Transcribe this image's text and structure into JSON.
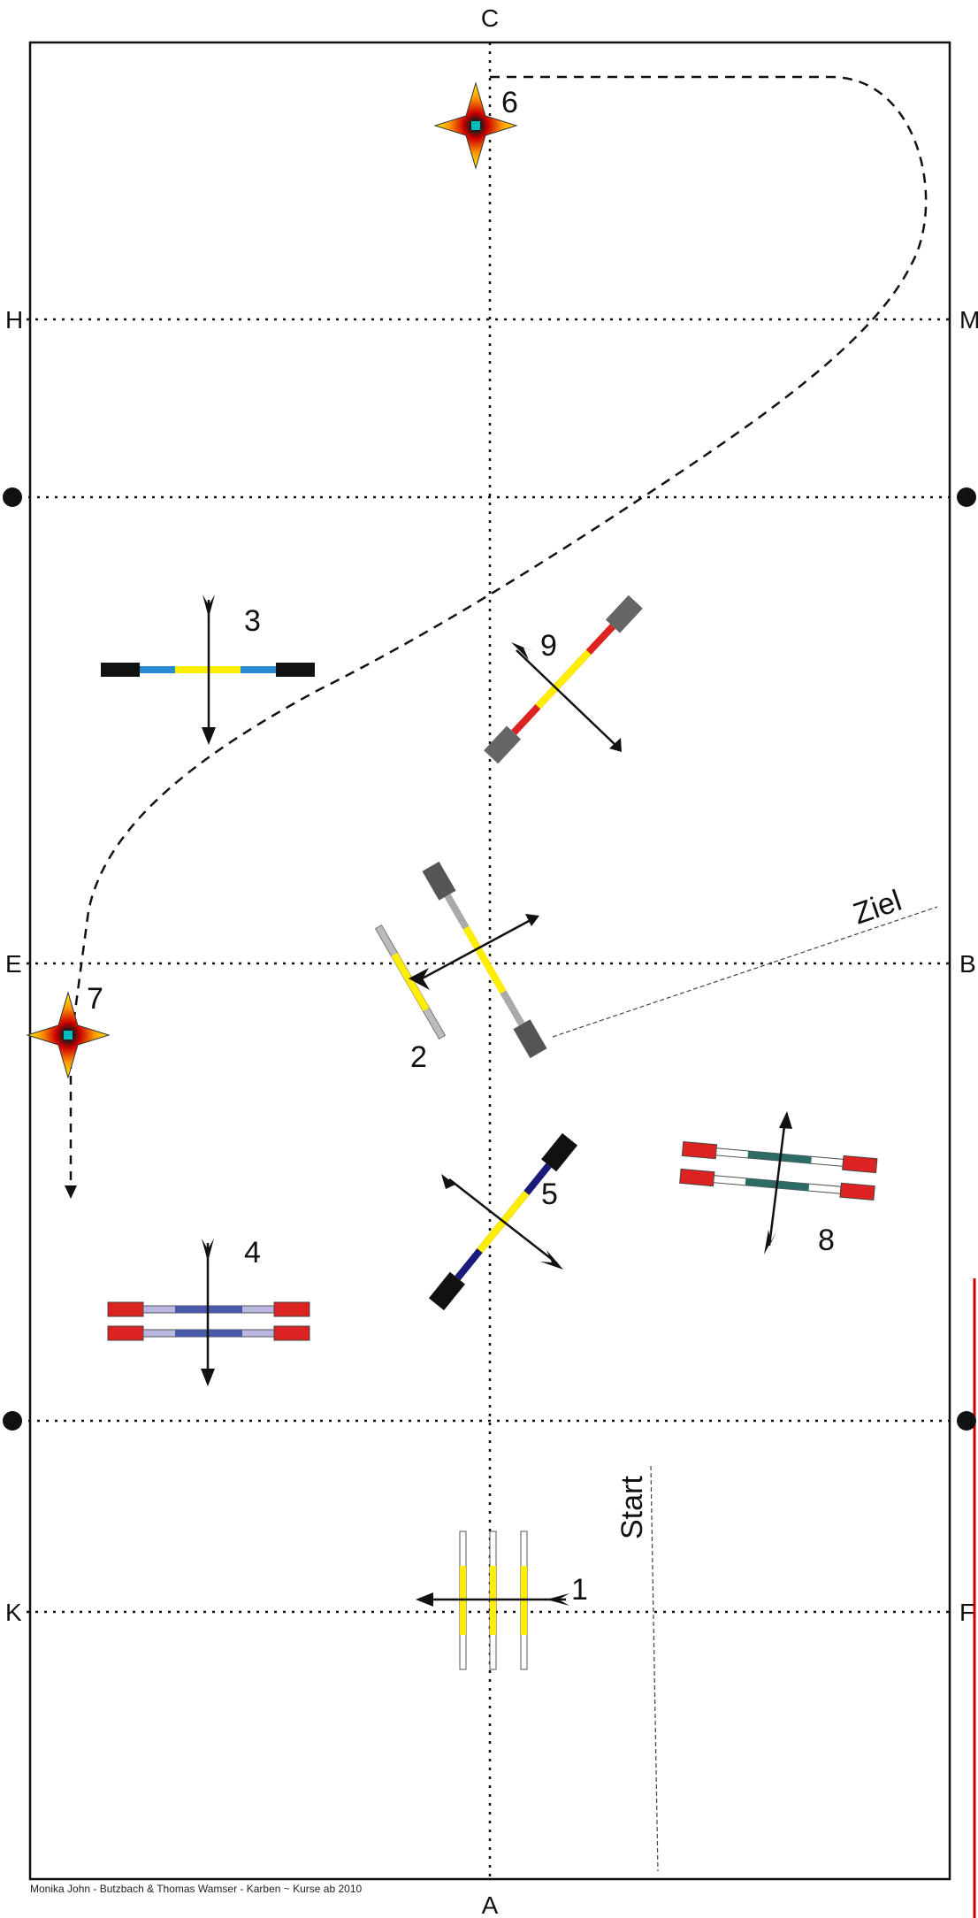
{
  "arena": {
    "letters": {
      "top": "C",
      "bottom": "A",
      "left_upper": "H",
      "right_upper": "M",
      "left_middle": "E",
      "right_middle": "B",
      "left_lower": "K",
      "right_lower": "F"
    },
    "finish_label": "Ziel",
    "start_label": "Start",
    "footer": "Monika John - Butzbach & Thomas Wamser - Karben ~ Kurse ab 2010"
  },
  "obstacles": [
    {
      "id": "1",
      "label": "1",
      "kind": "three-poles"
    },
    {
      "id": "2",
      "label": "2",
      "kind": "two-poles-angled"
    },
    {
      "id": "3",
      "label": "3",
      "kind": "single-pole"
    },
    {
      "id": "4",
      "label": "4",
      "kind": "double-pole"
    },
    {
      "id": "5",
      "label": "5",
      "kind": "single-pole-diagonal"
    },
    {
      "id": "6",
      "label": "6",
      "kind": "turn-marker"
    },
    {
      "id": "7",
      "label": "7",
      "kind": "turn-marker"
    },
    {
      "id": "8",
      "label": "8",
      "kind": "double-pole"
    },
    {
      "id": "9",
      "label": "9",
      "kind": "single-pole-diagonal"
    }
  ],
  "colors": {
    "pole_yellow": "#ffee00",
    "pole_black": "#111111",
    "pole_red": "#dd2222",
    "pole_blue": "#2a8ad0",
    "pole_navy": "#1a1a7a",
    "pole_grey": "#666666",
    "pole_teal": "#2e6b66",
    "pole_lavender": "#b8b8e0",
    "boundary_red": "#cc0000"
  }
}
